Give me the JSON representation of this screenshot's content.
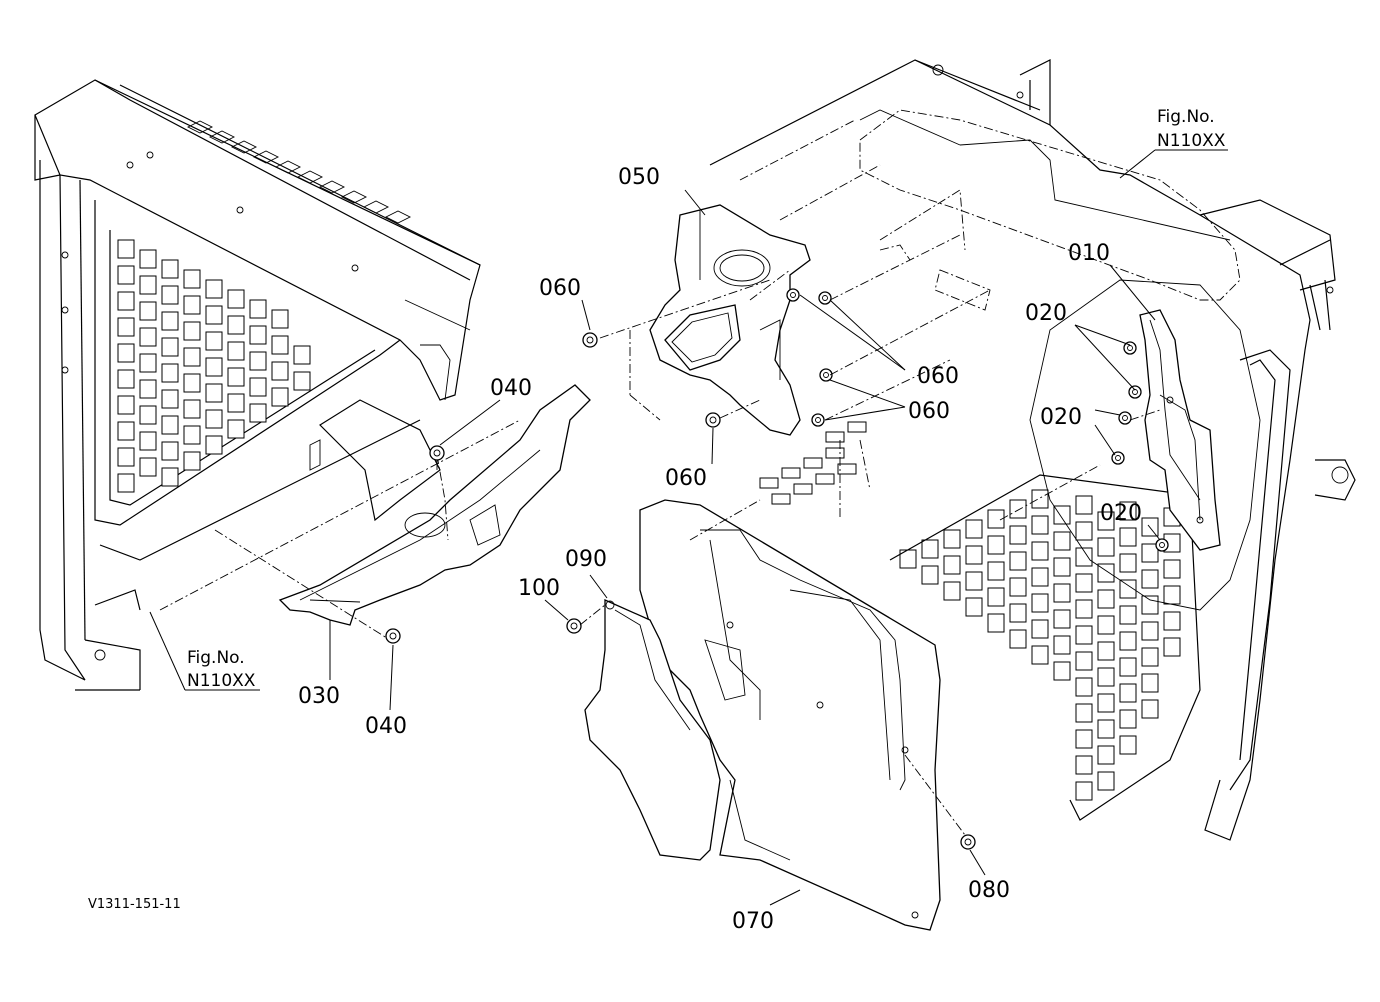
{
  "labels": {
    "l010": "010",
    "l020a": "020",
    "l020b": "020",
    "l020c": "020",
    "l030": "030",
    "l040a": "040",
    "l040b": "040",
    "l050": "050",
    "l060a": "060",
    "l060b": "060",
    "l060c": "060",
    "l060d": "060",
    "l070": "070",
    "l080": "080",
    "l090": "090",
    "l100": "100"
  },
  "fig_refs": {
    "left": {
      "line1": "Fig.No.",
      "line2": "N110XX"
    },
    "right": {
      "line1": "Fig.No.",
      "line2": "N110XX"
    }
  },
  "drawing_code": "V1311-151-11"
}
